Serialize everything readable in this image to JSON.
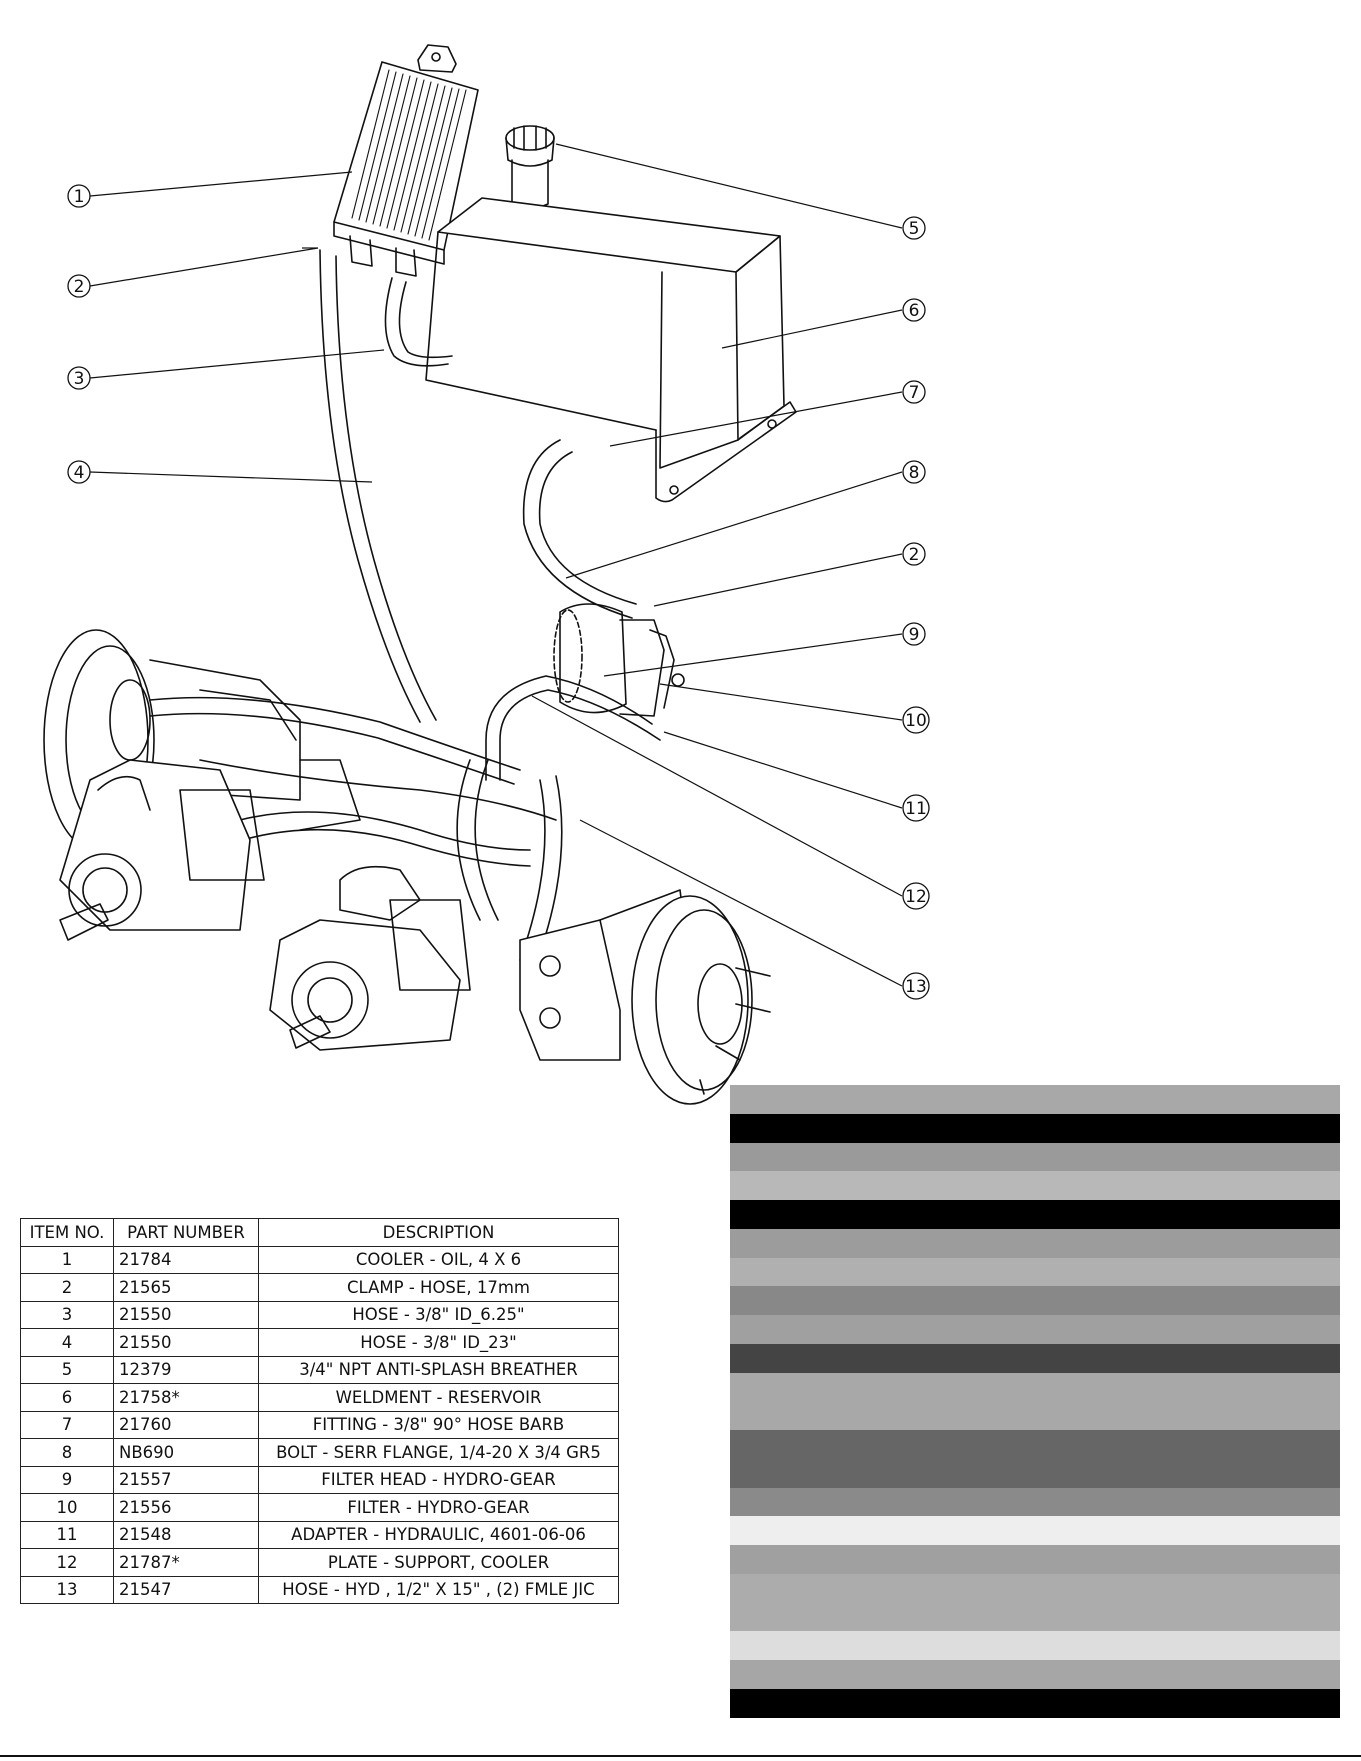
{
  "callouts": [
    "1",
    "2",
    "3",
    "4",
    "5",
    "6",
    "7",
    "8",
    "2",
    "9",
    "10",
    "11",
    "12",
    "13"
  ],
  "bom": {
    "headers": {
      "item": "ITEM NO.",
      "part": "PART NUMBER",
      "desc": "DESCRIPTION"
    },
    "rows": [
      {
        "item": "1",
        "part": "21784",
        "desc": "COOLER - OIL, 4 X 6"
      },
      {
        "item": "2",
        "part": "21565",
        "desc": "CLAMP - HOSE, 17mm"
      },
      {
        "item": "3",
        "part": "21550",
        "desc": "HOSE - 3/8\" ID_6.25\""
      },
      {
        "item": "4",
        "part": "21550",
        "desc": "HOSE - 3/8\" ID_23\""
      },
      {
        "item": "5",
        "part": "12379",
        "desc": "3/4\" NPT ANTI-SPLASH BREATHER"
      },
      {
        "item": "6",
        "part": "21758*",
        "desc": "WELDMENT - RESERVOIR"
      },
      {
        "item": "7",
        "part": "21760",
        "desc": "FITTING - 3/8\" 90° HOSE BARB"
      },
      {
        "item": "8",
        "part": "NB690",
        "desc": "BOLT - SERR FLANGE, 1/4-20 X 3/4 GR5"
      },
      {
        "item": "9",
        "part": "21557",
        "desc": "FILTER HEAD - HYDRO-GEAR"
      },
      {
        "item": "10",
        "part": "21556",
        "desc": "FILTER - HYDRO-GEAR"
      },
      {
        "item": "11",
        "part": "21548",
        "desc": "ADAPTER - HYDRAULIC, 4601-06-06"
      },
      {
        "item": "12",
        "part": "21787*",
        "desc": "PLATE - SUPPORT, COOLER"
      },
      {
        "item": "13",
        "part": "21547",
        "desc": "HOSE - HYD , 1/2\" X 15\" , (2) FMLE JIC"
      }
    ]
  },
  "stripe_colors": [
    "#a8a8a8",
    "#000000",
    "#9a9a9a",
    "#b8b8b8",
    "#000000",
    "#9c9c9c",
    "#b0b0b0",
    "#888888",
    "#a0a0a0",
    "#444444",
    "#a8a8a8",
    "#a8a8a8",
    "#666666",
    "#666666",
    "#8a8a8a",
    "#eeeeee",
    "#a0a0a0",
    "#acacac",
    "#acacac",
    "#dddddd",
    "#a6a6a6",
    "#000000"
  ]
}
